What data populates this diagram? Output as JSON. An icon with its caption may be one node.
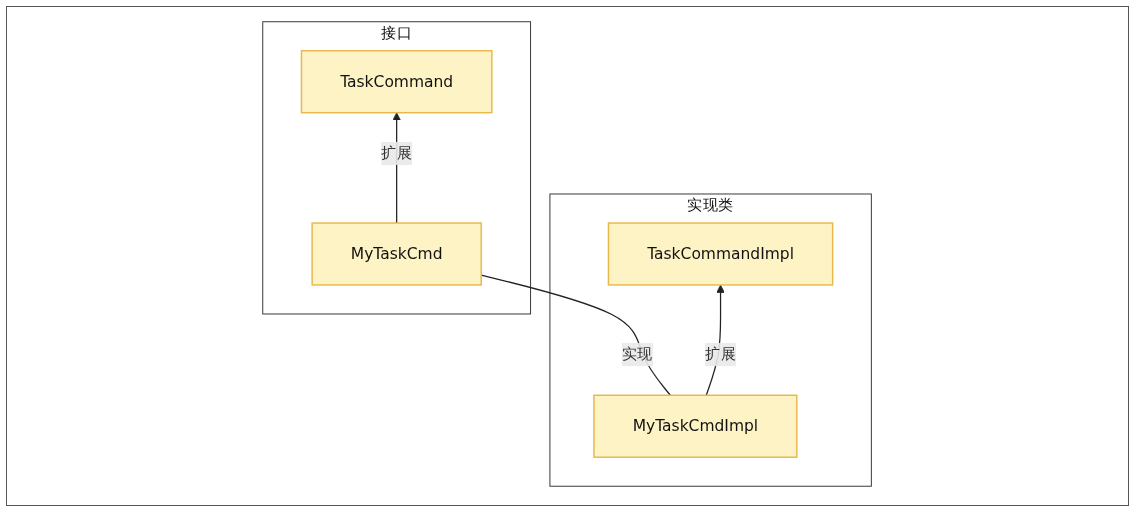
{
  "diagram": {
    "nodes": [
      {
        "text": [
          "实现类"
        ]
      },
      {
        "text": [
          "TaskCommandImpl"
        ],
        "in": 0
      },
      {
        "text": [
          "MyTaskCmdImpl"
        ],
        "in": 0
      },
      {
        "text": [
          "接口"
        ]
      },
      {
        "text": [
          "TaskCommand"
        ],
        "in": 3
      },
      {
        "text": [
          "MyTaskCmd"
        ],
        "in": 3
      }
    ],
    "edges": [
      {
        "from": 2,
        "to": 1,
        "arrow": "to",
        "label": "扩展"
      },
      {
        "from": 5,
        "to": 4,
        "arrow": "to",
        "label": "扩展"
      },
      {
        "from": 2,
        "to": 5,
        "arrow": "none",
        "label": "实现"
      }
    ]
  }
}
